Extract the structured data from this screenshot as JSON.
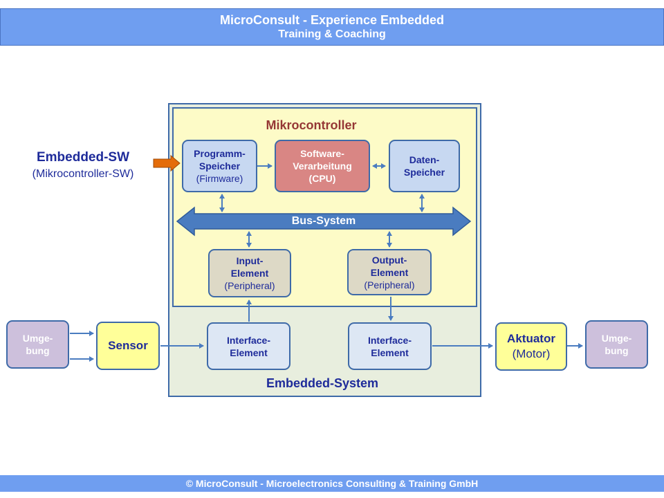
{
  "header": {
    "title": "MicroConsult  - Experience Embedded",
    "subtitle": "Training & Coaching"
  },
  "footer": {
    "text": "© MicroConsult - Microelectronics Consulting & Training GmbH"
  },
  "labels": {
    "embedded_sw": "Embedded-SW",
    "embedded_sw_sub": "(Mikrocontroller-SW)",
    "mikrocontroller": "Mikrocontroller",
    "embedded_system": "Embedded-System",
    "bus_system": "Bus-System"
  },
  "blocks": {
    "programm_speicher": {
      "line1": "Programm-",
      "line2": "Speicher",
      "line3": "(Firmware)"
    },
    "software_verarbeitung": {
      "line1": "Software-",
      "line2": "Verarbeitung",
      "line3": "(CPU)"
    },
    "daten_speicher": {
      "line1": "Daten-",
      "line2": "Speicher"
    },
    "input_element": {
      "line1": "Input-",
      "line2": "Element",
      "line3": "(Peripheral)"
    },
    "output_element": {
      "line1": "Output-",
      "line2": "Element",
      "line3": "(Peripheral)"
    },
    "interface_left": {
      "line1": "Interface-",
      "line2": "Element"
    },
    "interface_right": {
      "line1": "Interface-",
      "line2": "Element"
    },
    "umgebung_left": {
      "line1": "Umge-",
      "line2": "bung"
    },
    "umgebung_right": {
      "line1": "Umge-",
      "line2": "bung"
    },
    "sensor": {
      "text": "Sensor"
    },
    "aktuator": {
      "line1": "Aktuator",
      "line2": "(Motor)"
    }
  },
  "colors": {
    "header_bg": "#6f9ef0",
    "system_bg": "#e8eede",
    "mcu_bg": "#fdfbc7",
    "memory_box": "#c7d8f1",
    "cpu_box": "#d98684",
    "peripheral_box": "#ddd9c6",
    "interface_box": "#dde7f4",
    "sensor_box": "#ffff99",
    "umgebung_box": "#cdc0dc",
    "arrow": "#4a7cc0",
    "highlight_arrow": "#e46c0a",
    "mcu_title": "#953735",
    "navy_text": "#1e2b9a"
  }
}
